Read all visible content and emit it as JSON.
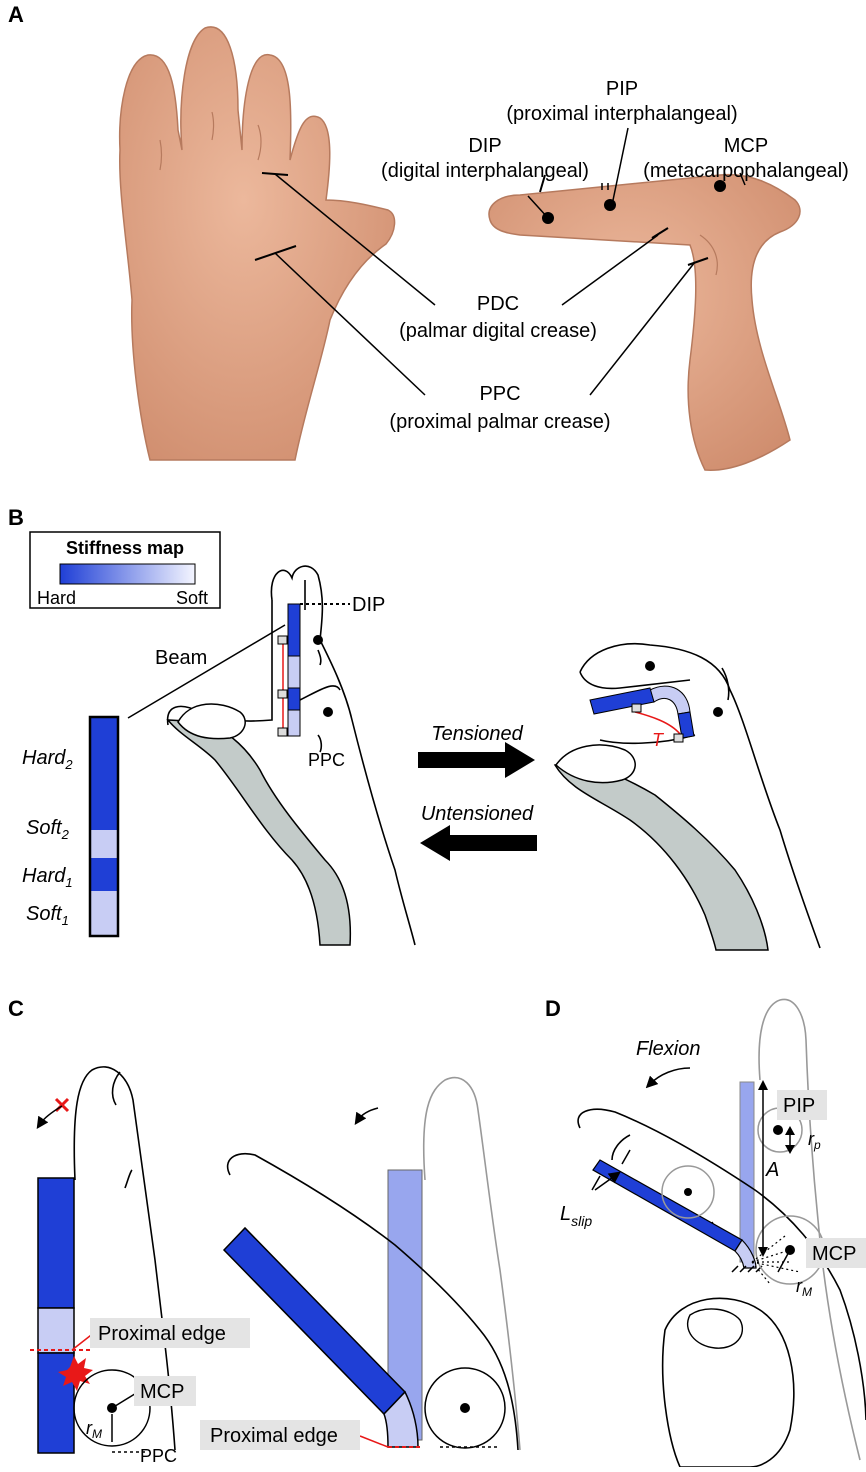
{
  "panels": {
    "a": {
      "letter": "A",
      "labels": {
        "pip": "PIP",
        "pip_full": "(proximal interphalangeal)",
        "dip": "DIP",
        "dip_full": "(digital interphalangeal)",
        "mcp": "MCP",
        "mcp_full": "(metacarpophalangeal)",
        "pdc": "PDC",
        "pdc_full": "(palmar digital crease)",
        "ppc": "PPC",
        "ppc_full": "(proximal palmar crease)"
      }
    },
    "b": {
      "letter": "B",
      "stiffness_map": {
        "title": "Stiffness map",
        "hard": "Hard",
        "soft": "Soft"
      },
      "beam_label": "Beam",
      "dip_label": "DIP",
      "ppc_label": "PPC",
      "tension_label": "T",
      "tensioned": "Tensioned",
      "untensioned": "Untensioned",
      "segments": [
        {
          "base": "Hard",
          "sub": "2"
        },
        {
          "base": "Soft",
          "sub": "2"
        },
        {
          "base": "Hard",
          "sub": "1"
        },
        {
          "base": "Soft",
          "sub": "1"
        }
      ]
    },
    "c": {
      "letter": "C",
      "proximal_edge_1": "Proximal edge",
      "proximal_edge_2": "Proximal edge",
      "mcp": "MCP",
      "r_base": "r",
      "r_sub": "M",
      "ppc": "PPC"
    },
    "d": {
      "letter": "D",
      "flexion": "Flexion",
      "pip": "PIP",
      "mcp": "MCP",
      "a_label": "A",
      "rp_base": "r",
      "rp_sub": "p",
      "rm_base": "r",
      "rm_sub": "M",
      "lslip_base": "L",
      "lslip_sub": "slip"
    }
  },
  "colors": {
    "hard": "#1f3fd6",
    "soft": "#c8cdf4",
    "soft_light": "#98a6ee",
    "skin": "#e3a98a",
    "skin_dark": "#c98466",
    "gray_fill": "#c3cbc9",
    "red": "#e81818",
    "label_bg": "#e4e4e4"
  }
}
